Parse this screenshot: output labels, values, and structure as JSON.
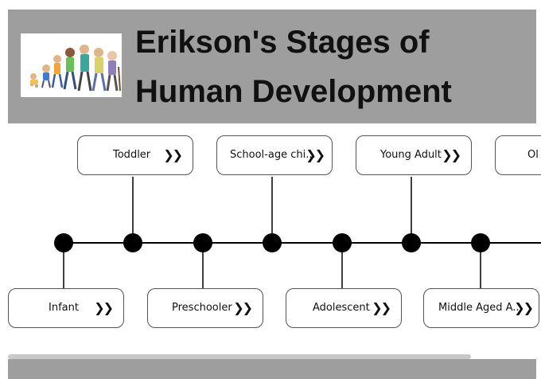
{
  "header": {
    "title_line1": "Erikson's Stages of",
    "title_line2": "Human Development",
    "logo_icon": "walking-family-icon",
    "background_color": "#9e9e9e"
  },
  "timeline": {
    "top_items": [
      {
        "label": "Toddler",
        "chevron": "❯❯"
      },
      {
        "label": "School-age chi...",
        "chevron": "❯❯"
      },
      {
        "label": "Young Adult",
        "chevron": "❯❯"
      },
      {
        "label": "Ol",
        "chevron": ""
      }
    ],
    "bottom_items": [
      {
        "label": "Infant",
        "chevron": "❯❯"
      },
      {
        "label": "Preschooler",
        "chevron": "❯❯"
      },
      {
        "label": "Adolescent",
        "chevron": "❯❯"
      },
      {
        "label": "Middle Aged A...",
        "chevron": "❯❯"
      }
    ]
  }
}
